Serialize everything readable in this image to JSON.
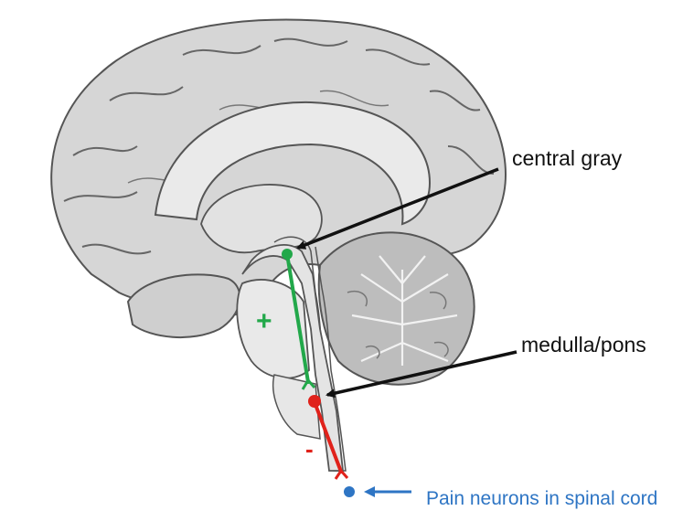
{
  "labels": {
    "central_gray": "central gray",
    "medulla_pons": "medulla/pons",
    "pain_neurons": "Pain neurons in spinal cord",
    "plus_sign": "+",
    "minus_sign": "-"
  },
  "colors": {
    "excitatory_pathway": "#22a84a",
    "inhibitory_pathway": "#e0221b",
    "spinal_neuron": "#2e75c4",
    "pointer_arrows": "#111111",
    "brain_tissue": "#d4d4d4",
    "brain_outline": "#555555"
  }
}
